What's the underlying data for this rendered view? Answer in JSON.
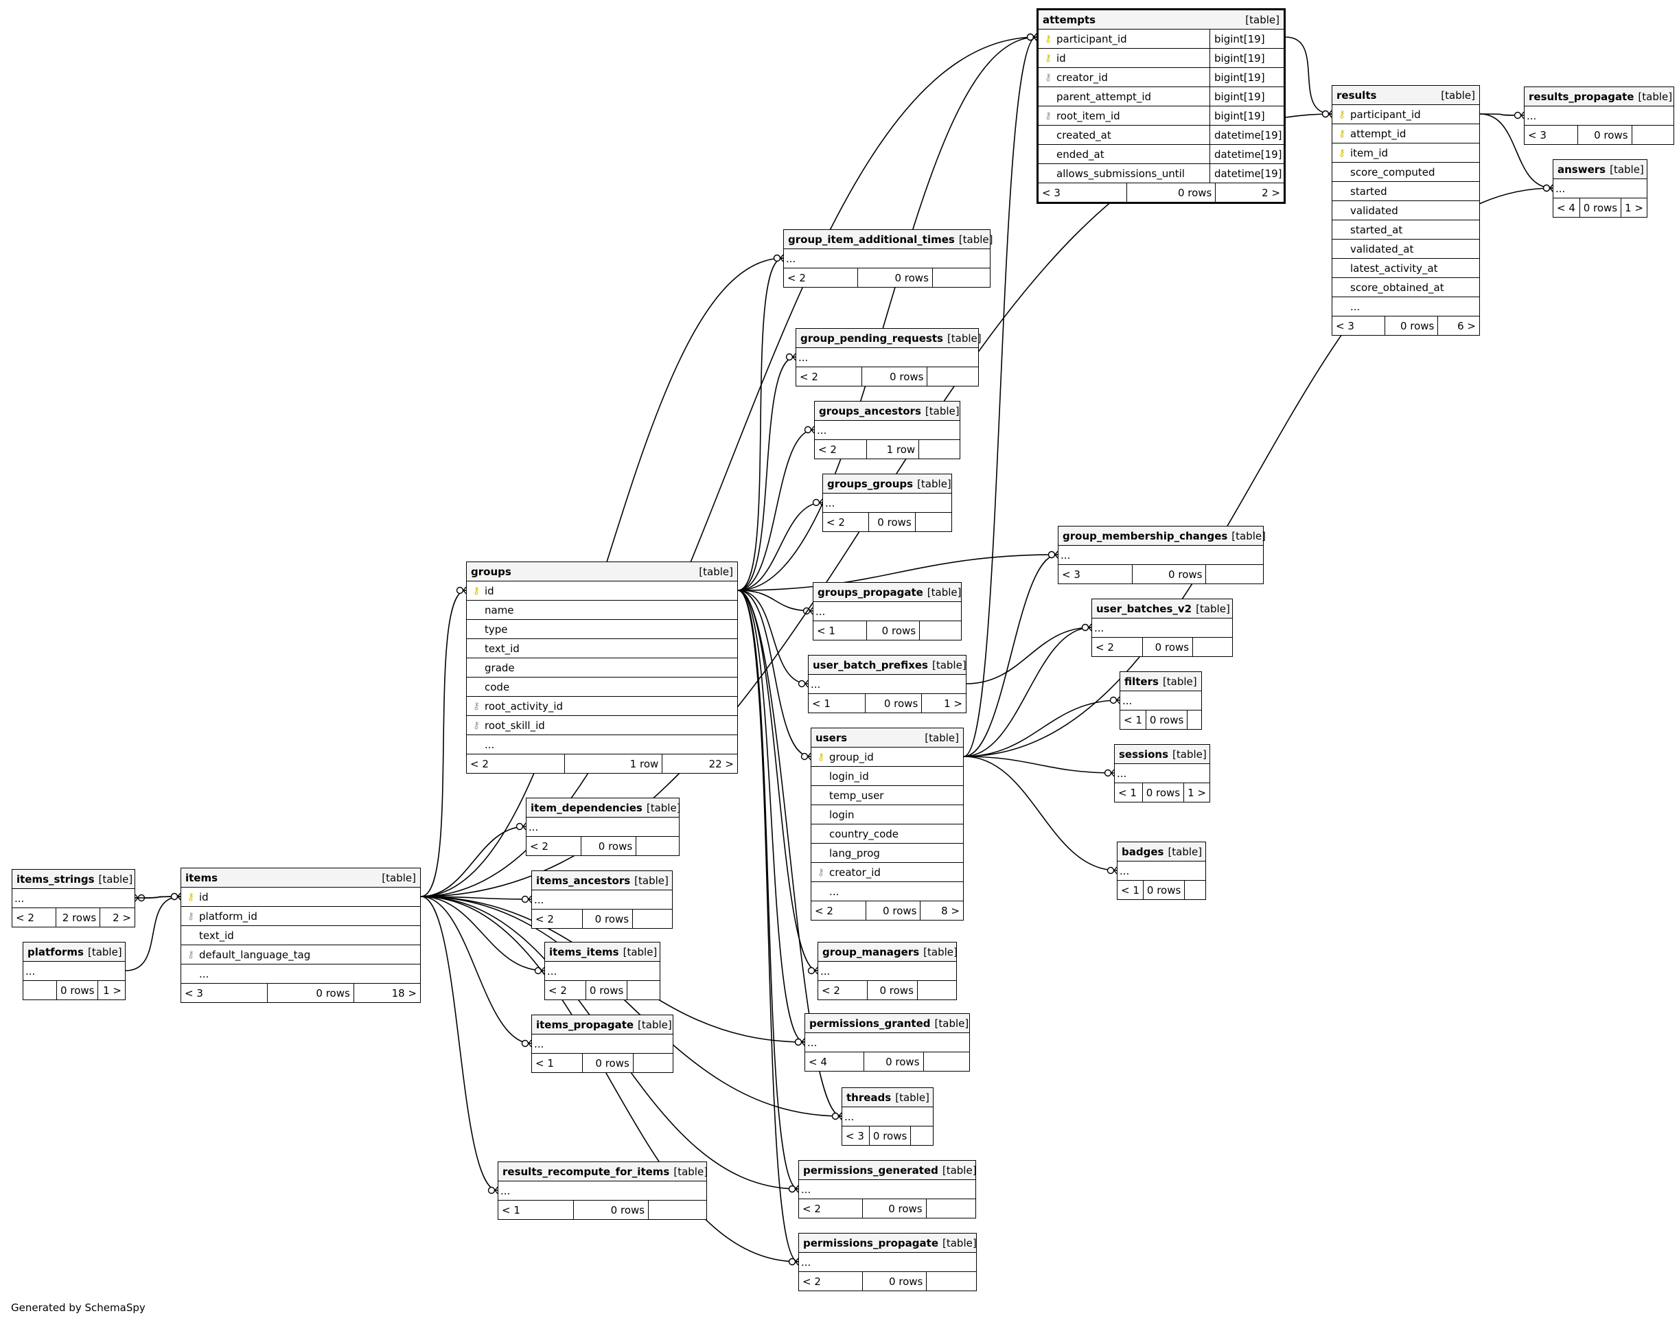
{
  "footer": "Generated by SchemaSpy",
  "tables": [
    {
      "id": "attempts",
      "name": "attempts",
      "kind": "[table]",
      "main": true,
      "columns": [
        {
          "name": "participant_id",
          "type": "bigint[19]",
          "key": "pk"
        },
        {
          "name": "id",
          "type": "bigint[19]",
          "key": "pk"
        },
        {
          "name": "creator_id",
          "type": "bigint[19]",
          "key": "fk"
        },
        {
          "name": "parent_attempt_id",
          "type": "bigint[19]",
          "key": ""
        },
        {
          "name": "root_item_id",
          "type": "bigint[19]",
          "key": "fk"
        },
        {
          "name": "created_at",
          "type": "datetime[19]",
          "key": ""
        },
        {
          "name": "ended_at",
          "type": "datetime[19]",
          "key": ""
        },
        {
          "name": "allows_submissions_until",
          "type": "datetime[19]",
          "key": ""
        }
      ],
      "footer": [
        "< 3",
        "0 rows",
        "2 >"
      ]
    },
    {
      "id": "results",
      "name": "results",
      "kind": "[table]",
      "columns": [
        {
          "name": "participant_id",
          "key": "pk"
        },
        {
          "name": "attempt_id",
          "key": "pk"
        },
        {
          "name": "item_id",
          "key": "pk"
        },
        {
          "name": "score_computed",
          "key": ""
        },
        {
          "name": "started",
          "key": ""
        },
        {
          "name": "validated",
          "key": ""
        },
        {
          "name": "started_at",
          "key": ""
        },
        {
          "name": "validated_at",
          "key": ""
        },
        {
          "name": "latest_activity_at",
          "key": ""
        },
        {
          "name": "score_obtained_at",
          "key": ""
        },
        {
          "name": "...",
          "key": ""
        }
      ],
      "footer": [
        "< 3",
        "0 rows",
        "6 >"
      ]
    },
    {
      "id": "results_propagate",
      "name": "results_propagate",
      "kind": "[table]",
      "columns": [
        {
          "name": "...",
          "key": ""
        }
      ],
      "footer": [
        "< 3",
        "0 rows",
        ""
      ]
    },
    {
      "id": "answers",
      "name": "answers",
      "kind": "[table]",
      "columns": [
        {
          "name": "...",
          "key": ""
        }
      ],
      "footer": [
        "< 4",
        "0 rows",
        "1 >"
      ]
    },
    {
      "id": "group_item_additional_times",
      "name": "group_item_additional_times",
      "kind": "[table]",
      "columns": [
        {
          "name": "...",
          "key": ""
        }
      ],
      "footer": [
        "< 2",
        "0 rows",
        ""
      ]
    },
    {
      "id": "group_pending_requests",
      "name": "group_pending_requests",
      "kind": "[table]",
      "columns": [
        {
          "name": "...",
          "key": ""
        }
      ],
      "footer": [
        "< 2",
        "0 rows",
        ""
      ]
    },
    {
      "id": "groups_ancestors",
      "name": "groups_ancestors",
      "kind": "[table]",
      "columns": [
        {
          "name": "...",
          "key": ""
        }
      ],
      "footer": [
        "< 2",
        "1 row",
        ""
      ]
    },
    {
      "id": "groups_groups",
      "name": "groups_groups",
      "kind": "[table]",
      "columns": [
        {
          "name": "...",
          "key": ""
        }
      ],
      "footer": [
        "< 2",
        "0 rows",
        ""
      ]
    },
    {
      "id": "group_membership_changes",
      "name": "group_membership_changes",
      "kind": "[table]",
      "columns": [
        {
          "name": "...",
          "key": ""
        }
      ],
      "footer": [
        "< 3",
        "0 rows",
        ""
      ]
    },
    {
      "id": "groups",
      "name": "groups",
      "kind": "[table]",
      "columns": [
        {
          "name": "id",
          "key": "pk"
        },
        {
          "name": "name",
          "key": ""
        },
        {
          "name": "type",
          "key": ""
        },
        {
          "name": "text_id",
          "key": ""
        },
        {
          "name": "grade",
          "key": ""
        },
        {
          "name": "code",
          "key": ""
        },
        {
          "name": "root_activity_id",
          "key": "fk"
        },
        {
          "name": "root_skill_id",
          "key": "fk"
        },
        {
          "name": "...",
          "key": ""
        }
      ],
      "footer": [
        "< 2",
        "1 row",
        "22 >"
      ]
    },
    {
      "id": "groups_propagate",
      "name": "groups_propagate",
      "kind": "[table]",
      "columns": [
        {
          "name": "...",
          "key": ""
        }
      ],
      "footer": [
        "< 1",
        "0 rows",
        ""
      ]
    },
    {
      "id": "user_batches_v2",
      "name": "user_batches_v2",
      "kind": "[table]",
      "columns": [
        {
          "name": "...",
          "key": ""
        }
      ],
      "footer": [
        "< 2",
        "0 rows",
        ""
      ]
    },
    {
      "id": "user_batch_prefixes",
      "name": "user_batch_prefixes",
      "kind": "[table]",
      "columns": [
        {
          "name": "...",
          "key": ""
        }
      ],
      "footer": [
        "< 1",
        "0 rows",
        "1 >"
      ]
    },
    {
      "id": "filters",
      "name": "filters",
      "kind": "[table]",
      "columns": [
        {
          "name": "...",
          "key": ""
        }
      ],
      "footer": [
        "< 1",
        "0 rows",
        ""
      ]
    },
    {
      "id": "users",
      "name": "users",
      "kind": "[table]",
      "columns": [
        {
          "name": "group_id",
          "key": "pk"
        },
        {
          "name": "login_id",
          "key": ""
        },
        {
          "name": "temp_user",
          "key": ""
        },
        {
          "name": "login",
          "key": ""
        },
        {
          "name": "country_code",
          "key": ""
        },
        {
          "name": "lang_prog",
          "key": ""
        },
        {
          "name": "creator_id",
          "key": "fk"
        },
        {
          "name": "...",
          "key": ""
        }
      ],
      "footer": [
        "< 2",
        "0 rows",
        "8 >"
      ]
    },
    {
      "id": "sessions",
      "name": "sessions",
      "kind": "[table]",
      "columns": [
        {
          "name": "...",
          "key": ""
        }
      ],
      "footer": [
        "< 1",
        "0 rows",
        "1 >"
      ]
    },
    {
      "id": "item_dependencies",
      "name": "item_dependencies",
      "kind": "[table]",
      "columns": [
        {
          "name": "...",
          "key": ""
        }
      ],
      "footer": [
        "< 2",
        "0 rows",
        ""
      ]
    },
    {
      "id": "badges",
      "name": "badges",
      "kind": "[table]",
      "columns": [
        {
          "name": "...",
          "key": ""
        }
      ],
      "footer": [
        "< 1",
        "0 rows",
        ""
      ]
    },
    {
      "id": "items_strings",
      "name": "items_strings",
      "kind": "[table]",
      "columns": [
        {
          "name": "...",
          "key": ""
        }
      ],
      "footer": [
        "< 2",
        "2 rows",
        "2 >"
      ]
    },
    {
      "id": "items",
      "name": "items",
      "kind": "[table]",
      "columns": [
        {
          "name": "id",
          "key": "pk"
        },
        {
          "name": "platform_id",
          "key": "fk"
        },
        {
          "name": "text_id",
          "key": ""
        },
        {
          "name": "default_language_tag",
          "key": "fk"
        },
        {
          "name": "...",
          "key": ""
        }
      ],
      "footer": [
        "< 3",
        "0 rows",
        "18 >"
      ]
    },
    {
      "id": "items_ancestors",
      "name": "items_ancestors",
      "kind": "[table]",
      "columns": [
        {
          "name": "...",
          "key": ""
        }
      ],
      "footer": [
        "< 2",
        "0 rows",
        ""
      ]
    },
    {
      "id": "group_managers",
      "name": "group_managers",
      "kind": "[table]",
      "columns": [
        {
          "name": "...",
          "key": ""
        }
      ],
      "footer": [
        "< 2",
        "0 rows",
        ""
      ]
    },
    {
      "id": "platforms",
      "name": "platforms",
      "kind": "[table]",
      "columns": [
        {
          "name": "...",
          "key": ""
        }
      ],
      "footer": [
        "",
        "0 rows",
        "1 >"
      ]
    },
    {
      "id": "items_items",
      "name": "items_items",
      "kind": "[table]",
      "columns": [
        {
          "name": "...",
          "key": ""
        }
      ],
      "footer": [
        "< 2",
        "0 rows",
        ""
      ]
    },
    {
      "id": "permissions_granted",
      "name": "permissions_granted",
      "kind": "[table]",
      "columns": [
        {
          "name": "...",
          "key": ""
        }
      ],
      "footer": [
        "< 4",
        "0 rows",
        ""
      ]
    },
    {
      "id": "items_propagate",
      "name": "items_propagate",
      "kind": "[table]",
      "columns": [
        {
          "name": "...",
          "key": ""
        }
      ],
      "footer": [
        "< 1",
        "0 rows",
        ""
      ]
    },
    {
      "id": "threads",
      "name": "threads",
      "kind": "[table]",
      "columns": [
        {
          "name": "...",
          "key": ""
        }
      ],
      "footer": [
        "< 3",
        "0 rows",
        ""
      ]
    },
    {
      "id": "results_recompute_for_items",
      "name": "results_recompute_for_items",
      "kind": "[table]",
      "columns": [
        {
          "name": "...",
          "key": ""
        }
      ],
      "footer": [
        "< 1",
        "0 rows",
        ""
      ]
    },
    {
      "id": "permissions_generated",
      "name": "permissions_generated",
      "kind": "[table]",
      "columns": [
        {
          "name": "...",
          "key": ""
        }
      ],
      "footer": [
        "< 2",
        "0 rows",
        ""
      ]
    },
    {
      "id": "permissions_propagate",
      "name": "permissions_propagate",
      "kind": "[table]",
      "columns": [
        {
          "name": "...",
          "key": ""
        }
      ],
      "footer": [
        "< 2",
        "0 rows",
        ""
      ]
    }
  ],
  "relationships": [
    {
      "from": "groups",
      "to": "group_item_additional_times"
    },
    {
      "from": "groups",
      "to": "group_pending_requests"
    },
    {
      "from": "groups",
      "to": "groups_ancestors"
    },
    {
      "from": "groups",
      "to": "groups_groups"
    },
    {
      "from": "groups",
      "to": "group_membership_changes"
    },
    {
      "from": "groups",
      "to": "groups_propagate"
    },
    {
      "from": "groups",
      "to": "user_batch_prefixes"
    },
    {
      "from": "groups",
      "to": "users"
    },
    {
      "from": "groups",
      "to": "group_managers"
    },
    {
      "from": "groups",
      "to": "permissions_granted"
    },
    {
      "from": "groups",
      "to": "threads"
    },
    {
      "from": "groups",
      "to": "permissions_generated"
    },
    {
      "from": "groups",
      "to": "permissions_propagate"
    },
    {
      "from": "groups",
      "to": "attempts"
    },
    {
      "from": "items",
      "to": "item_dependencies"
    },
    {
      "from": "items",
      "to": "items_ancestors"
    },
    {
      "from": "items",
      "to": "items_items"
    },
    {
      "from": "items",
      "to": "items_propagate"
    },
    {
      "from": "items",
      "to": "results_recompute_for_items"
    },
    {
      "from": "items",
      "to": "permissions_granted"
    },
    {
      "from": "items",
      "to": "threads"
    },
    {
      "from": "items",
      "to": "permissions_generated"
    },
    {
      "from": "items",
      "to": "permissions_propagate"
    },
    {
      "from": "items",
      "to": "group_item_additional_times"
    },
    {
      "from": "items",
      "to": "groups"
    },
    {
      "from": "items",
      "to": "attempts"
    },
    {
      "from": "items",
      "to": "results"
    },
    {
      "from": "items",
      "to": "items_strings"
    },
    {
      "from": "platforms",
      "to": "items"
    },
    {
      "from": "items_strings",
      "to": "items"
    },
    {
      "from": "users",
      "to": "group_membership_changes"
    },
    {
      "from": "users",
      "to": "user_batches_v2"
    },
    {
      "from": "users",
      "to": "filters"
    },
    {
      "from": "users",
      "to": "sessions"
    },
    {
      "from": "users",
      "to": "badges"
    },
    {
      "from": "users",
      "to": "answers"
    },
    {
      "from": "users",
      "to": "attempts"
    },
    {
      "from": "user_batch_prefixes",
      "to": "user_batches_v2"
    },
    {
      "from": "attempts",
      "to": "results"
    },
    {
      "from": "results",
      "to": "results_propagate"
    },
    {
      "from": "results",
      "to": "answers"
    }
  ]
}
